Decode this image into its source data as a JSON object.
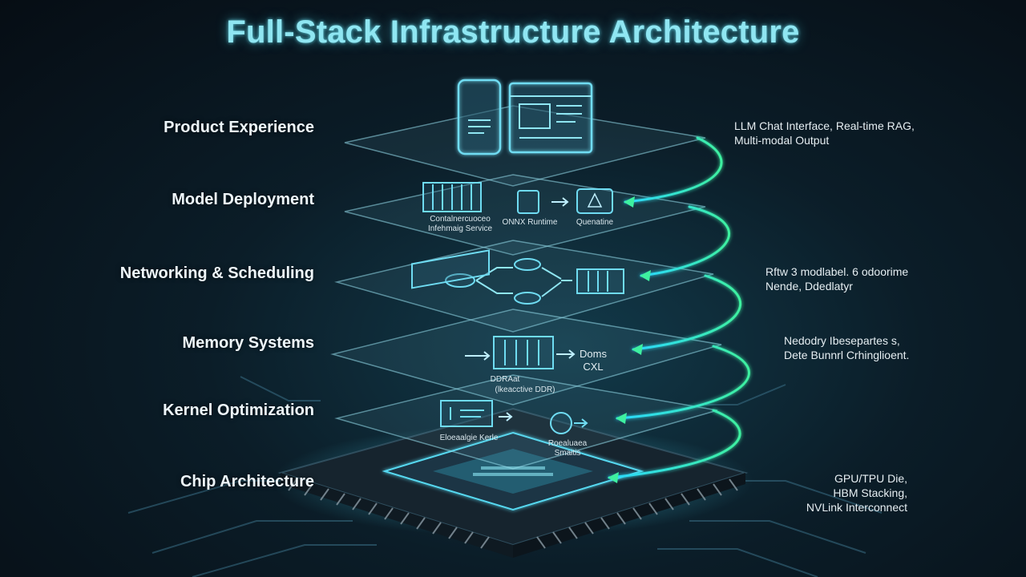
{
  "title": "Full-Stack Infrastructure Architecture",
  "colors": {
    "accent": "#5ce0f0",
    "arrow": "#3ee89a",
    "background": "#0b1d28"
  },
  "layers": [
    {
      "label": "Product Experience",
      "desc": [
        "LLM Chat Interface, Real-time RAG,",
        "Multi-modal Output"
      ]
    },
    {
      "label": "Model Deployment",
      "desc": []
    },
    {
      "label": "Networking & Scheduling",
      "desc": [
        "Rftw 3 modlabel. 6 odoorime",
        "Nende, Ddedlatyr"
      ]
    },
    {
      "label": "Memory Systems",
      "desc": [
        "Nedodry Ibesepartes s,",
        "Dete Bunnrl Crhinglioent."
      ]
    },
    {
      "label": "Kernel Optimization",
      "desc": []
    },
    {
      "label": "Chip Architecture",
      "desc": [
        "GPU/TPU Die,",
        "HBM Stacking,",
        "NVLink Interconnect"
      ]
    }
  ],
  "components": {
    "deployment": [
      "Contalnercuoceo",
      "Infehmaig Service",
      "ONNX Runtime",
      "Quenatine"
    ],
    "memory": [
      "DDRAat",
      "(lkeacctive DDR)",
      "Doms",
      "CXL"
    ],
    "kernel": [
      "Eloeaalgie Kerle",
      "Roealuaea",
      "Smaitis"
    ]
  },
  "icons": [
    "phone-icon",
    "browser-window-icon",
    "container-icon",
    "runtime-icon",
    "quantization-icon",
    "database-icon",
    "scheduler-icon",
    "memory-module-icon",
    "dram-chip-icon",
    "kernel-code-icon",
    "kernel-ops-icon",
    "chip-die-icon",
    "flow-arrow-icon"
  ]
}
